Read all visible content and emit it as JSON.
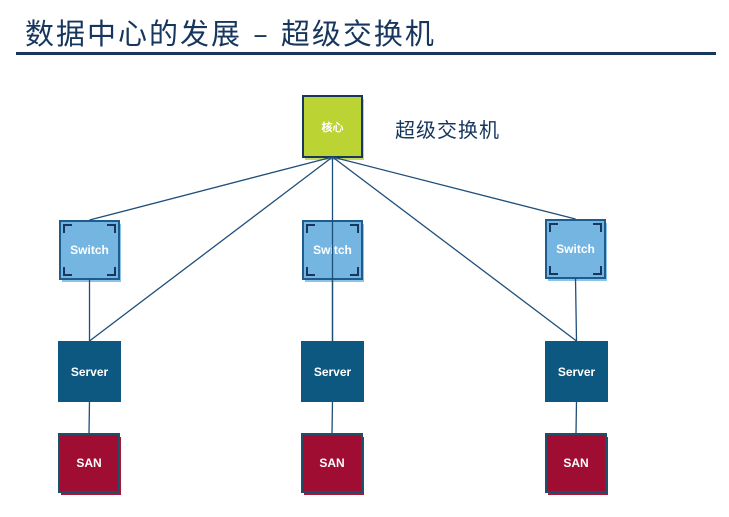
{
  "slide": {
    "title": "数据中心的发展 – 超级交换机"
  },
  "diagram": {
    "core_label": "核心",
    "annotation": "超级交换机",
    "columns": [
      {
        "switch_label": "Switch",
        "server_label": "Server",
        "san_label": "SAN"
      },
      {
        "switch_label": "Switch",
        "server_label": "Server",
        "san_label": "SAN"
      },
      {
        "switch_label": "Switch",
        "server_label": "Server",
        "san_label": "SAN"
      }
    ],
    "edges": [
      {
        "from": "core",
        "to": "switch-0"
      },
      {
        "from": "core",
        "to": "switch-2"
      },
      {
        "from": "core",
        "to": "server-0"
      },
      {
        "from": "core",
        "to": "server-1"
      },
      {
        "from": "core",
        "to": "server-2"
      },
      {
        "from": "switch-0",
        "to": "server-0"
      },
      {
        "from": "switch-1",
        "to": "server-1"
      },
      {
        "from": "switch-2",
        "to": "server-2"
      },
      {
        "from": "server-0",
        "to": "san-0"
      },
      {
        "from": "server-1",
        "to": "san-1"
      },
      {
        "from": "server-2",
        "to": "san-2"
      }
    ],
    "colors": {
      "title_text": "#17365d",
      "line": "#1f4e79",
      "core_fill": "#bcd334",
      "switch_fill": "#74b5e2",
      "server_fill": "#0d5880",
      "san_fill": "#a00d33",
      "border_navy": "#17375e"
    }
  }
}
